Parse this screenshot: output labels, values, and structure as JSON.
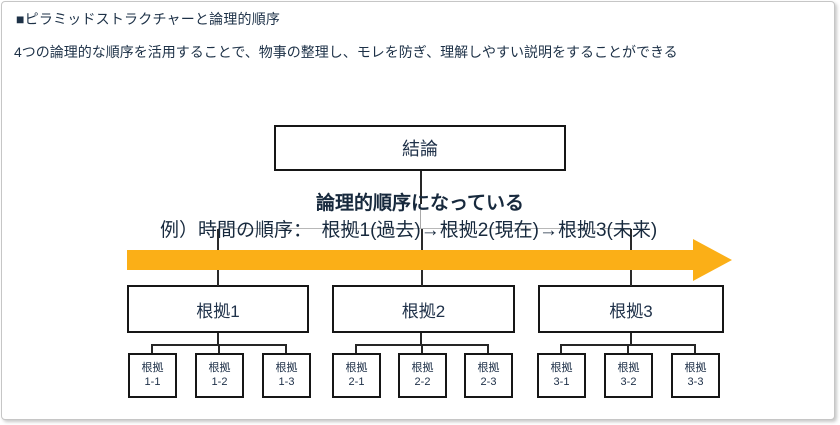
{
  "slide": {
    "title": "■ピラミッドストラクチャーと論理的順序",
    "subtitle": "4つの論理的な順序を活用することで、物事の整理し、モレを防ぎ、理解しやすい説明をすることができる"
  },
  "pyramid": {
    "conclusion_label": "結論",
    "note_bold": "論理的順序になっている",
    "note_example": "例）時間の順序：　根拠1(過去)→根拠2(現在)→根拠3(未来)",
    "groups": [
      {
        "label": "根拠1",
        "children": [
          {
            "line1": "根拠",
            "line2": "1-1"
          },
          {
            "line1": "根拠",
            "line2": "1-2"
          },
          {
            "line1": "根拠",
            "line2": "1-3"
          }
        ]
      },
      {
        "label": "根拠2",
        "children": [
          {
            "line1": "根拠",
            "line2": "2-1"
          },
          {
            "line1": "根拠",
            "line2": "2-2"
          },
          {
            "line1": "根拠",
            "line2": "2-3"
          }
        ]
      },
      {
        "label": "根拠3",
        "children": [
          {
            "line1": "根拠",
            "line2": "3-1"
          },
          {
            "line1": "根拠",
            "line2": "3-2"
          },
          {
            "line1": "根拠",
            "line2": "3-3"
          }
        ]
      }
    ]
  },
  "colors": {
    "arrow": "#FBAF17",
    "text": "#20324a",
    "box_border": "#161616",
    "connector_dark": "#262626",
    "connector_light": "#b8b8b8",
    "card_border": "#c6c6c6"
  }
}
